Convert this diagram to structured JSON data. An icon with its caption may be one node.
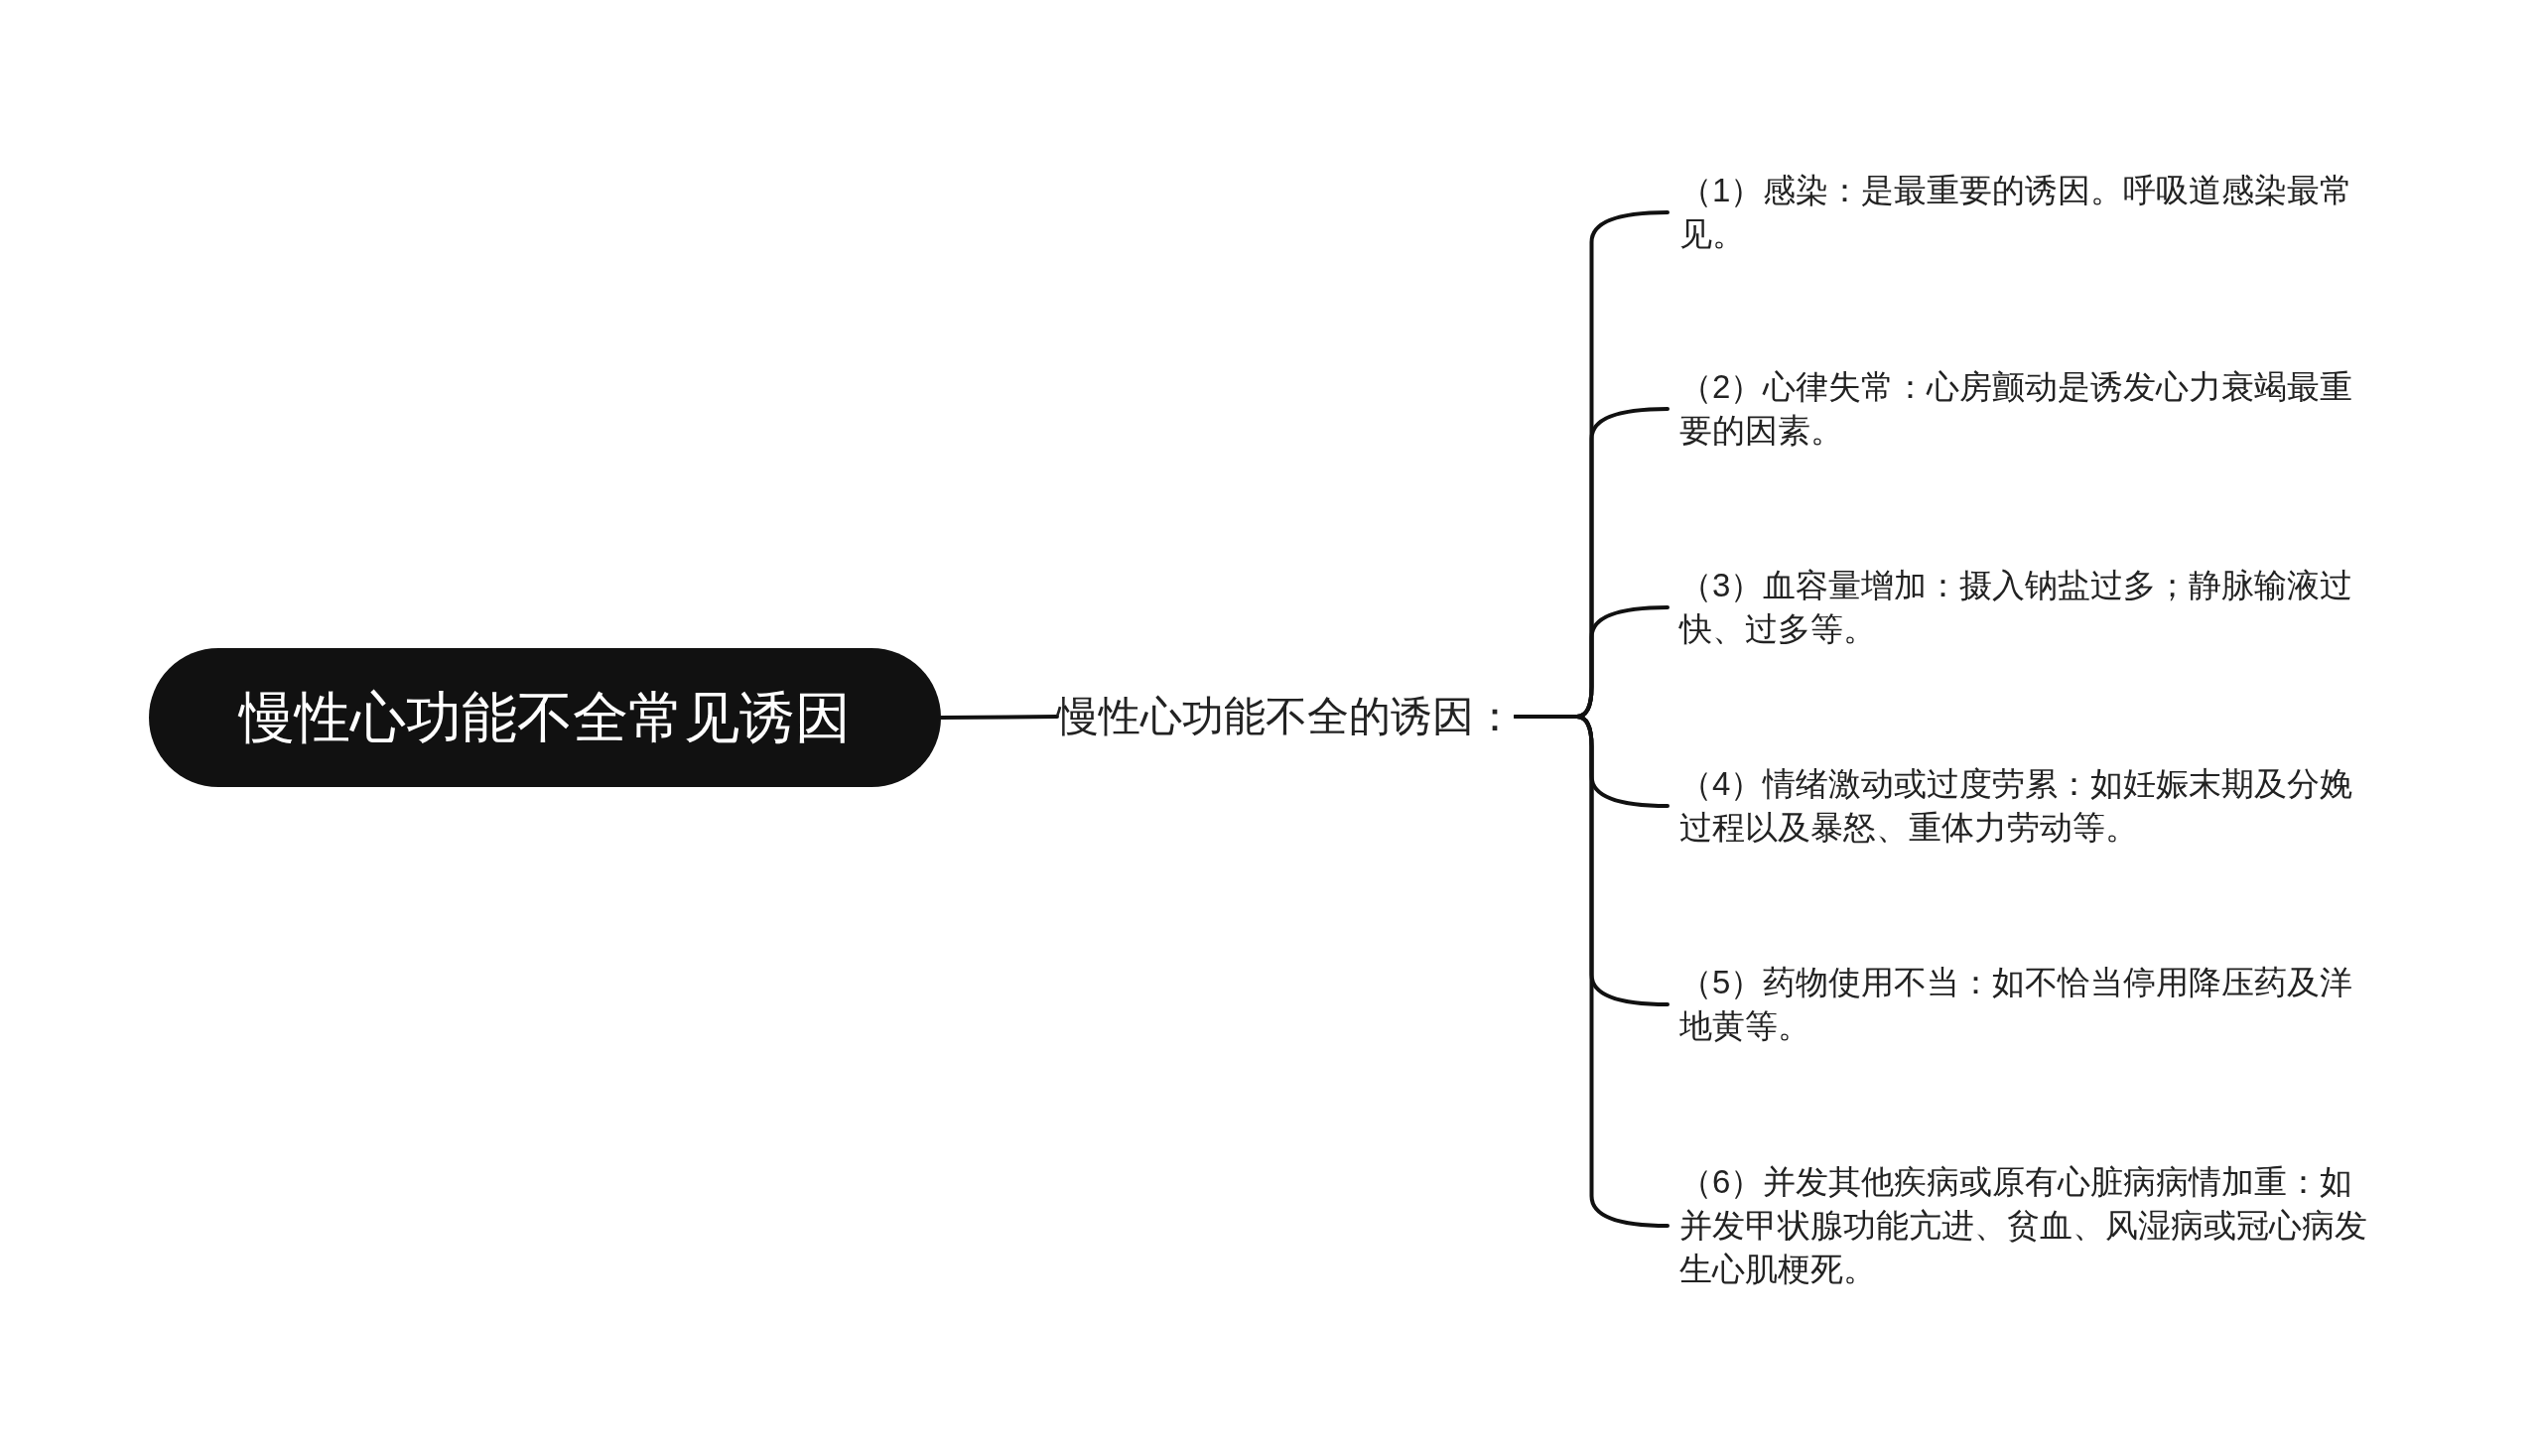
{
  "diagram": {
    "nodes": [
      {
        "text": [
          "慢性心功能不全常见诱因"
        ]
      },
      {
        "text": [
          "慢性心功能不全的诱因："
        ]
      },
      {
        "text": [
          "（1）感染：是最重要的诱因。呼吸道感染最常见。"
        ]
      },
      {
        "text": [
          "（2）心律失常：心房颤动是诱发心力衰竭最重要的因素。"
        ]
      },
      {
        "text": [
          "（3）血容量增加：摄入钠盐过多；静脉输液过快、过多等。"
        ]
      },
      {
        "text": [
          "（4）情绪激动或过度劳累：如妊娠末期及分娩过程以及暴怒、重体力劳动等。"
        ]
      },
      {
        "text": [
          "（5）药物使用不当：如不恰当停用降压药及洋地黄等。"
        ]
      },
      {
        "text": [
          "（6）并发其他疾病或原有心脏病病情加重：如并发甲状腺功能亢进、贫血、风湿病或冠心病发生心肌梗死。"
        ]
      }
    ],
    "edges": [
      {
        "from": 0,
        "to": 1,
        "arrow": "none"
      },
      {
        "from": 1,
        "to": 2,
        "arrow": "none"
      },
      {
        "from": 1,
        "to": 3,
        "arrow": "none"
      },
      {
        "from": 1,
        "to": 4,
        "arrow": "none"
      },
      {
        "from": 1,
        "to": 5,
        "arrow": "none"
      },
      {
        "from": 1,
        "to": 6,
        "arrow": "none"
      },
      {
        "from": 1,
        "to": 7,
        "arrow": "none"
      }
    ]
  }
}
